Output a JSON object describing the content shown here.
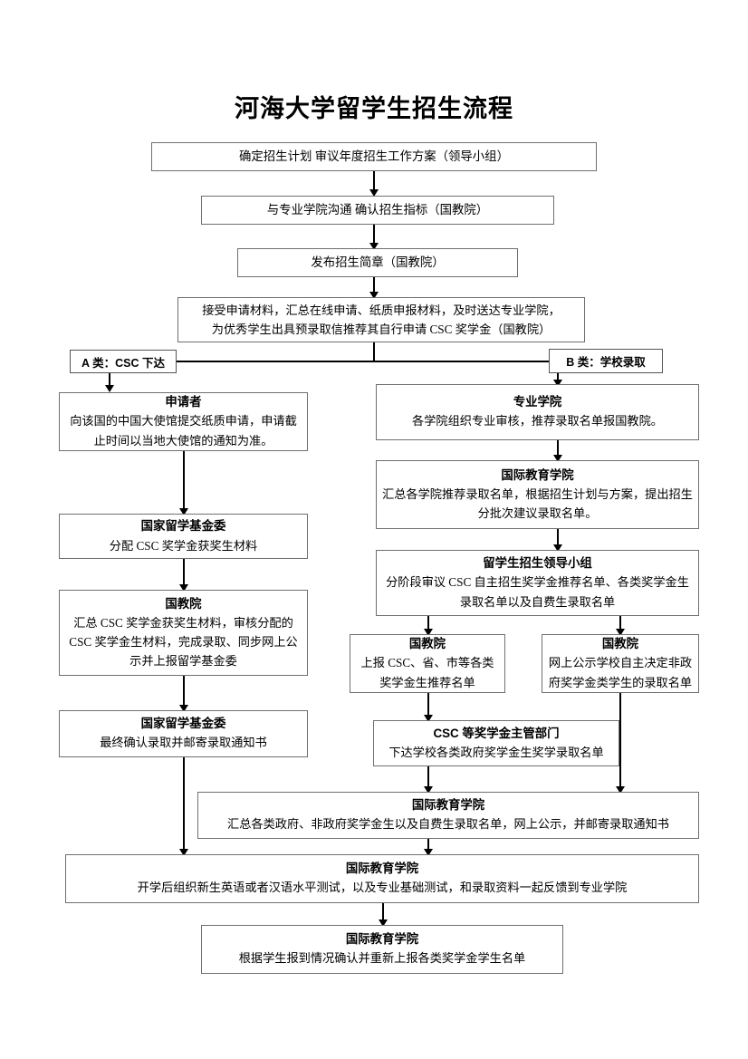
{
  "title": "河海大学留学生招生流程",
  "branch_labels": {
    "a": "A 类：CSC 下达",
    "b": "B 类：学校录取"
  },
  "nodes": {
    "plan": {
      "body": "确定招生计划  审议年度招生工作方案（领导小组）"
    },
    "communicate": {
      "body": "与专业学院沟通  确认招生指标（国教院）"
    },
    "publish": {
      "body": "发布招生简章（国教院）"
    },
    "receive": {
      "line1": "接受申请材料，汇总在线申请、纸质申报材料，及时送达专业学院，",
      "line2": "为优秀学生出具预录取信推荐其自行申请 CSC 奖学金（国教院）"
    },
    "applicant": {
      "header": "申请者",
      "body": "向该国的中国大使馆提交纸质申请，申请截止时间以当地大使馆的通知为准。"
    },
    "csc_fund_1": {
      "header": "国家留学基金委",
      "body": "分配 CSC 奖学金获奖生材料"
    },
    "gjy_left": {
      "header": "国教院",
      "body": "汇总 CSC 奖学金获奖生材料，审核分配的 CSC 奖学金生材料，完成录取、同步网上公示并上报留学基金委"
    },
    "csc_fund_2": {
      "header": "国家留学基金委",
      "body": "最终确认录取并邮寄录取通知书"
    },
    "college": {
      "header": "专业学院",
      "body": "各学院组织专业审核，推荐录取名单报国教院。"
    },
    "intl_school_1": {
      "header": "国际教育学院",
      "body": "汇总各学院推荐录取名单，根据招生计划与方案，提出招生分批次建议录取名单。"
    },
    "leader_group": {
      "header": "留学生招生领导小组",
      "body": "分阶段审议 CSC 自主招生奖学金推荐名单、各类奖学金生录取名单以及自费生录取名单"
    },
    "gjy_mid": {
      "header": "国教院",
      "body": "上报 CSC、省、市等各类奖学金生推荐名单"
    },
    "gjy_right": {
      "header": "国教院",
      "body": "网上公示学校自主决定非政府奖学金类学生的录取名单"
    },
    "csc_authority": {
      "header": "CSC 等奖学金主管部门",
      "body": "下达学校各类政府奖学金生奖学录取名单"
    },
    "intl_school_2": {
      "header": "国际教育学院",
      "body": "汇总各类政府、非政府奖学金生以及自费生录取名单，网上公示，并邮寄录取通知书"
    },
    "intl_school_3": {
      "header": "国际教育学院",
      "body": "开学后组织新生英语或者汉语水平测试，以及专业基础测试，和录取资料一起反馈到专业学院"
    },
    "intl_school_4": {
      "header": "国际教育学院",
      "body": "根据学生报到情况确认并重新上报各类奖学金学生名单"
    }
  }
}
